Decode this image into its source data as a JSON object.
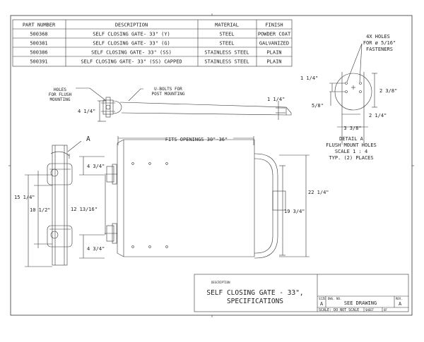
{
  "parts_table": {
    "headers": [
      "PART NUMBER",
      "DESCRIPTION",
      "MATERIAL",
      "FINISH"
    ],
    "rows": [
      [
        "500368",
        "SELF CLOSING GATE- 33\" (Y)",
        "STEEL",
        "POWDER COAT"
      ],
      [
        "500381",
        "SELF CLOSING GATE- 33\" (G)",
        "STEEL",
        "GALVANIZED"
      ],
      [
        "500386",
        "SELF CLOSING GATE- 33\" (SS)",
        "STAINLESS STEEL",
        "PLAIN"
      ],
      [
        "500391",
        "SELF CLOSING GATE- 33\" (SS) CAPPED",
        "STAINLESS STEEL",
        "PLAIN"
      ]
    ]
  },
  "top_view": {
    "holes_note_1": "HOLES",
    "holes_note_2": "FOR FLUSH",
    "holes_note_3": "MOUNTING",
    "ubolts_note_1": "U-BOLTS FOR",
    "ubolts_note_2": "POST MOUNTING",
    "dim_depth": "4 1/4\"",
    "dim_offset": "1 1/4\""
  },
  "detail_a": {
    "holes_1": "4X HOLES",
    "holes_2": "FOR ø 5/16\"",
    "holes_3": "FASTENERS",
    "dim_top": "1 1/4\"",
    "dim_right": "2 3/8\"",
    "dim_left": "5/8\"",
    "dim_lower": "2 1/4\"",
    "dim_width": "3 3/8\"",
    "title_1": "DETAIL A",
    "title_2": "FLUSH MOUNT HOLES",
    "title_3": "SCALE 1 : 4",
    "title_4": "TYP. (2) PLACES"
  },
  "front_view": {
    "callout_a": "A",
    "fits": "FITS OPENINGS 30\"-36\"",
    "dim_upper": "4 3/4\"",
    "dim_lower": "4 3/4\"",
    "dim_overall": "15 1/4\"",
    "dim_inner": "10 1/2\"",
    "dim_mid": "12 13/16\"",
    "dim_gate": "19 3/4\"",
    "dim_total": "22 1/4\""
  },
  "title_block": {
    "desc_label": "DESCRIPTION",
    "title_1": "SELF CLOSING GATE - 33\",",
    "title_2": "SPECIFICATIONS",
    "size_label": "SIZE",
    "size": "A",
    "dwg_label": "DWG. NO.",
    "dwg": "SEE DRAWING",
    "rev_label": "REV.",
    "rev": "A",
    "scale": "SCALE: DO NOT SCALE",
    "sheet": "SHEET",
    "of": "OF"
  }
}
